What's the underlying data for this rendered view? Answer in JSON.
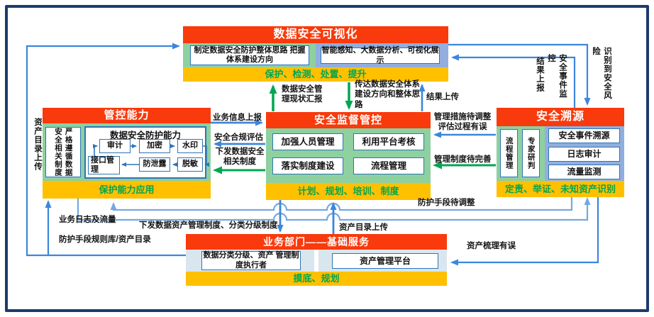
{
  "colors": {
    "red": "#f93a0c",
    "gold": "#ffc000",
    "green_bg": "#8ed0a0",
    "blue_bg": "#92aede",
    "pale_bg": "#d9e6ee",
    "box_border": "#2e75b6",
    "arrow_blue": "#3c86db",
    "arrow_blue_light": "#74a9e0",
    "arrow_green": "#00a651",
    "text_green": "#00a651",
    "frame": "#1e3a6e"
  },
  "boxes": {
    "visualization": {
      "title": "数据安全可视化",
      "left_item": [
        "制定数据安全防护整体思路",
        "把握体系建设方向"
      ],
      "right_item": "智能感知、大数据分析、可视化展示",
      "footer": "保护、检测、处置、提升"
    },
    "control": {
      "title": "管控能力",
      "side_left": "安全相关制度",
      "side_right": "严格遵循数据",
      "inner_title": "数据安全防护能力",
      "flow": [
        "审计",
        "加密",
        "水印",
        "接口管理",
        "防泄露",
        "脱敏"
      ],
      "footer": "保护能力应用"
    },
    "supervision": {
      "title": "安全监督管控",
      "items": [
        "加强人员管理",
        "利用平台考核",
        "落实制度建设",
        "流程管理"
      ],
      "footer": "计划、规划、培训、制度"
    },
    "traceability": {
      "title": "安全溯源",
      "vertical_items": [
        "流程管理",
        "专家研判"
      ],
      "items": [
        "安全事件溯源",
        "日志审计",
        "流量监测"
      ],
      "footer": "定责、举证、未知资产识别"
    },
    "business": {
      "title": "业务部门——基础服务",
      "left_item": [
        "数据分类分级、资产",
        "管理制度执行者"
      ],
      "right_item": "资产管理平台",
      "footer": "摸底、规划"
    }
  },
  "connectors": {
    "business_info_report": "业务信息上报",
    "compliance_evaluation": "安全合规评估",
    "issue_data_security_rules": [
      "下发数据安全",
      "相关制度"
    ],
    "management_status_report": [
      "数据安全管",
      "理现状汇报"
    ],
    "convey_system_direction": [
      "传达数据安全体系",
      "建设方向和整体思",
      "路"
    ],
    "result_upload_top": "结果上传",
    "management_measures_adjust": [
      "管理措施待调整",
      "评估过程有误"
    ],
    "management_system_improve": "管理制度待完善",
    "protection_means_adjust": "防护手段待调整",
    "business_logs_traffic": "业务日志及流量",
    "issue_asset_mgmt_rules": "下发数据资产管理制度、分类分级制度",
    "asset_catalog_upload_center": "资产目录上传",
    "protection_rules_asset_catalog": "防护手段规则库/资产目录",
    "asset_sorting_error": "资产梳理有误",
    "asset_catalog_upload_left": "资产目录上传",
    "result_report": "结果上报",
    "security_event_monitor": "安全事件监控",
    "identified_security_risk": "识别到安全风险"
  }
}
